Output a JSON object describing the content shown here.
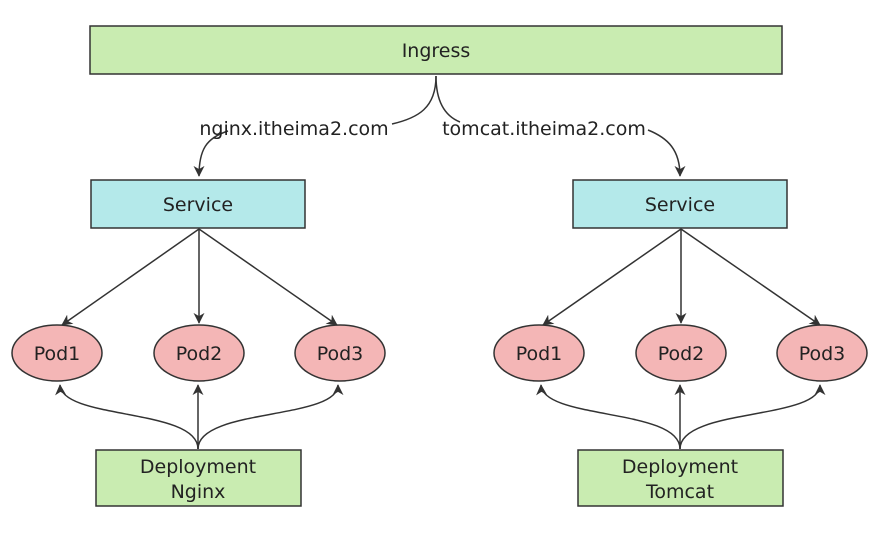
{
  "diagram": {
    "colors": {
      "ingress_fill": "#c9ecb1",
      "service_fill": "#b4e9ea",
      "pod_fill": "#f4b6b6",
      "deployment_fill": "#c9ecb1",
      "stroke": "#333333",
      "background": "#ffffff"
    },
    "ingress": {
      "label": "Ingress"
    },
    "routes": [
      {
        "host": "nginx.itheima2.com"
      },
      {
        "host": "tomcat.itheima2.com"
      }
    ],
    "groups": [
      {
        "service": {
          "label": "Service"
        },
        "pods": [
          {
            "label": "Pod1"
          },
          {
            "label": "Pod2"
          },
          {
            "label": "Pod3"
          }
        ],
        "deployment": {
          "line1": "Deployment",
          "line2": "Nginx"
        }
      },
      {
        "service": {
          "label": "Service"
        },
        "pods": [
          {
            "label": "Pod1"
          },
          {
            "label": "Pod2"
          },
          {
            "label": "Pod3"
          }
        ],
        "deployment": {
          "line1": "Deployment",
          "line2": "Tomcat"
        }
      }
    ]
  }
}
